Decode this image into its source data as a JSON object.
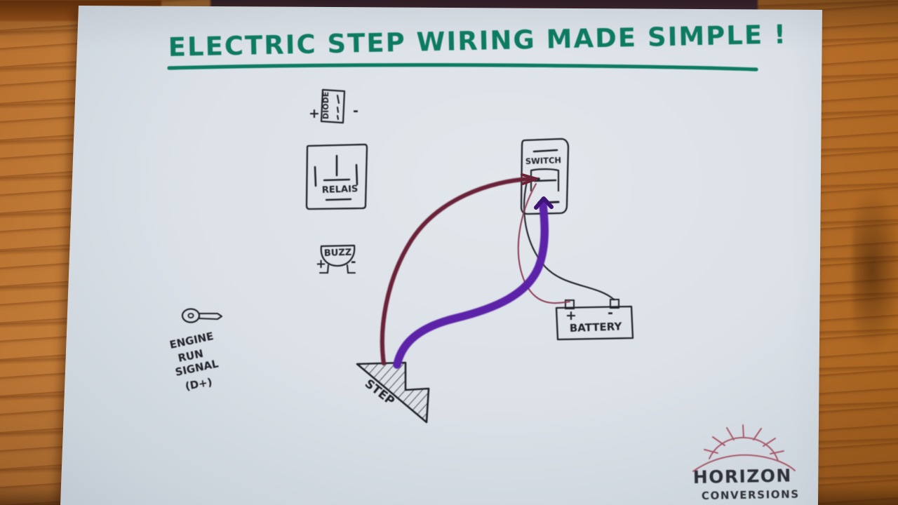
{
  "scene": {
    "surface": "wooden-table",
    "medium": "hand-drawn-marker-on-paper",
    "paper_color": "#dbe1e7",
    "table_color": "#bb7532"
  },
  "title": {
    "text": "ELECTRIC  STEP  WIRING  MADE  SIMPLE !",
    "color": "#0d7a62",
    "underline": true
  },
  "components": [
    {
      "id": "diode",
      "label": "DIODE",
      "label_orientation": "vertical",
      "plus": "+",
      "minus": "-",
      "shape": "rectangle-with-dashes"
    },
    {
      "id": "relay",
      "label": "RELAIS",
      "shape": "square-box-with-pins",
      "pins": 4
    },
    {
      "id": "buzzer",
      "label": "BUZZ",
      "plus": "+",
      "minus": "-",
      "shape": "dome-with-two-legs"
    },
    {
      "id": "engine-run-signal",
      "icon": "key-icon",
      "label_lines": [
        "ENGINE",
        "RUN",
        "SIGNAL",
        "(D+)"
      ]
    },
    {
      "id": "switch",
      "label": "SWITCH",
      "shape": "rounded-rectangle-rocker"
    },
    {
      "id": "battery",
      "label": "BATTERY",
      "plus": "+",
      "minus": "-",
      "shape": "box-with-two-terminals"
    },
    {
      "id": "step",
      "label": "STEP",
      "shape": "hatched-stair"
    }
  ],
  "wires": [
    {
      "id": "wire-step-to-switch-signal",
      "from": "step",
      "to": "switch",
      "color": "#6b2338",
      "thickness": "thick",
      "style": "curve"
    },
    {
      "id": "wire-step-to-switch-power",
      "from": "step",
      "to": "switch",
      "color": "#5c23a8",
      "thickness": "extra-thick",
      "style": "s-curve"
    },
    {
      "id": "wire-switch-to-battery-positive",
      "from": "switch",
      "to": "battery-plus",
      "color": "#8c3a52",
      "thickness": "thin",
      "style": "curve"
    },
    {
      "id": "wire-switch-to-battery-negative",
      "from": "switch",
      "to": "battery-minus",
      "color": "#23242c",
      "thickness": "thin",
      "style": "curve"
    }
  ],
  "logo": {
    "brand": "HORIZON",
    "subtitle": "CONVERSIONS",
    "mark": "sunrise-icon",
    "mark_color": "#a85a6a"
  }
}
